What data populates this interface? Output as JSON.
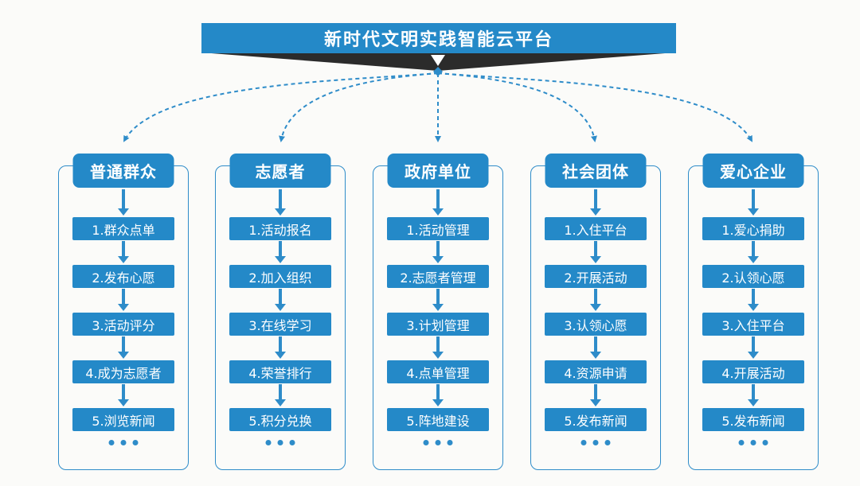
{
  "title": "新时代文明实践智能云平台",
  "ellipsis": "...",
  "colors": {
    "box_blue": "#2489c8",
    "line_blue": "#2e8cc9",
    "ribbon_dark": "#2b2b2b",
    "background": "#fbfbf9",
    "text_on_blue": "#ffffff"
  },
  "columns": [
    {
      "header": "普通群众",
      "items": [
        "1.群众点单",
        "2.发布心愿",
        "3.活动评分",
        "4.成为志愿者",
        "5.浏览新闻"
      ]
    },
    {
      "header": "志愿者",
      "items": [
        "1.活动报名",
        "2.加入组织",
        "3.在线学习",
        "4.荣誉排行",
        "5.积分兑换"
      ]
    },
    {
      "header": "政府单位",
      "items": [
        "1.活动管理",
        "2.志愿者管理",
        "3.计划管理",
        "4.点单管理",
        "5.阵地建设"
      ]
    },
    {
      "header": "社会团体",
      "items": [
        "1.入住平台",
        "2.开展活动",
        "3.认领心愿",
        "4.资源申请",
        "5.发布新闻"
      ]
    },
    {
      "header": "爱心企业",
      "items": [
        "1.爱心捐助",
        "2.认领心愿",
        "3.入住平台",
        "4.开展活动",
        "5.发布新闻"
      ]
    }
  ]
}
